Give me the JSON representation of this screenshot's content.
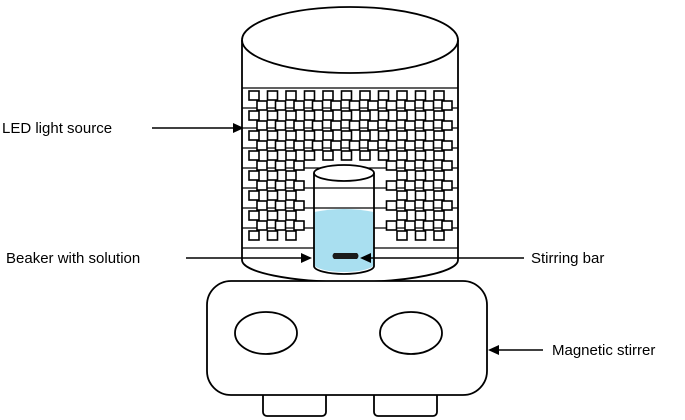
{
  "labels": {
    "led": "LED light source",
    "beaker": "Beaker with solution",
    "stirring_bar": "Stirring bar",
    "stirrer": "Magnetic stirrer"
  },
  "colors": {
    "solution": "#a9dff0",
    "stirring_bar": "#1a1a1a",
    "stroke": "#000000"
  }
}
